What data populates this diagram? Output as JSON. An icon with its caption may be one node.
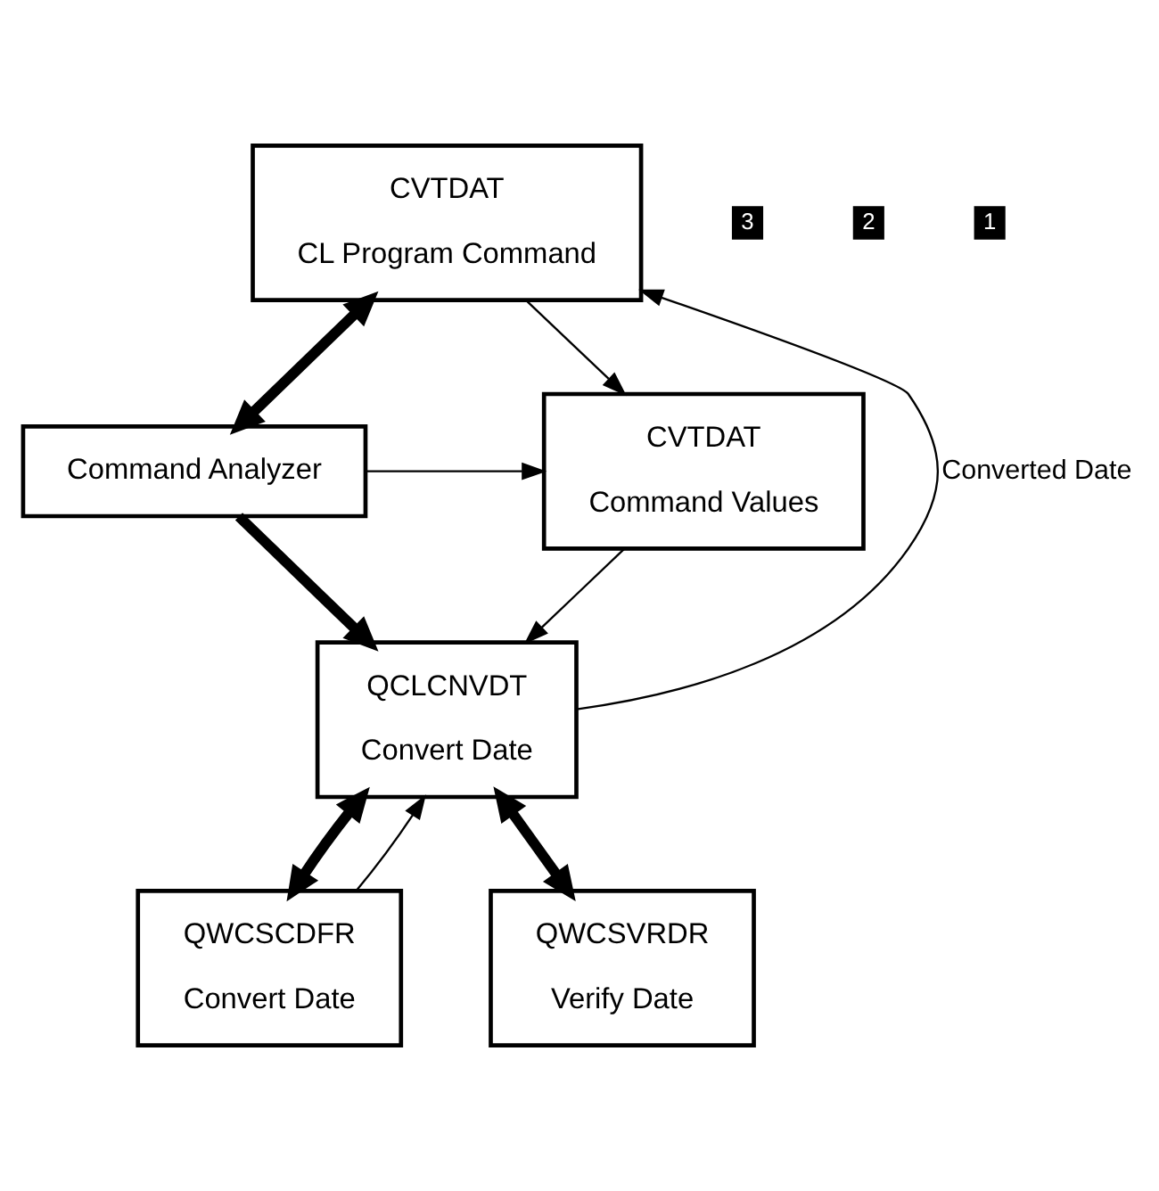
{
  "diagram": {
    "nodes": [
      {
        "text": [
          "CVTDAT",
          "CL Program Command"
        ]
      },
      {
        "text": [
          "Command Analyzer"
        ]
      },
      {
        "text": [
          "CVTDAT",
          "Command Values"
        ]
      },
      {
        "text": [
          "QCLCNVDT",
          "Convert Date"
        ]
      },
      {
        "text": [
          "QWCSCDFR",
          "Convert Date"
        ]
      },
      {
        "text": [
          "QWCSVRDR",
          "Verify Date"
        ]
      }
    ],
    "edges": [
      {
        "from": 0,
        "to": 1,
        "arrow": "both",
        "style": "thick"
      },
      {
        "from": 0,
        "to": 2,
        "arrow": "to"
      },
      {
        "from": 1,
        "to": 2,
        "arrow": "to"
      },
      {
        "from": 1,
        "to": 3,
        "arrow": "to",
        "style": "thick"
      },
      {
        "from": 2,
        "to": 3,
        "arrow": "to"
      },
      {
        "from": 3,
        "to": 0,
        "arrow": "to",
        "label": "Converted Date"
      },
      {
        "from": 4,
        "to": 3,
        "arrow": "to"
      },
      {
        "from": 3,
        "to": 4,
        "arrow": "both",
        "style": "thick"
      },
      {
        "from": 3,
        "to": 5,
        "arrow": "both",
        "style": "thick"
      }
    ],
    "labels": [
      "3",
      "2",
      "1"
    ]
  }
}
